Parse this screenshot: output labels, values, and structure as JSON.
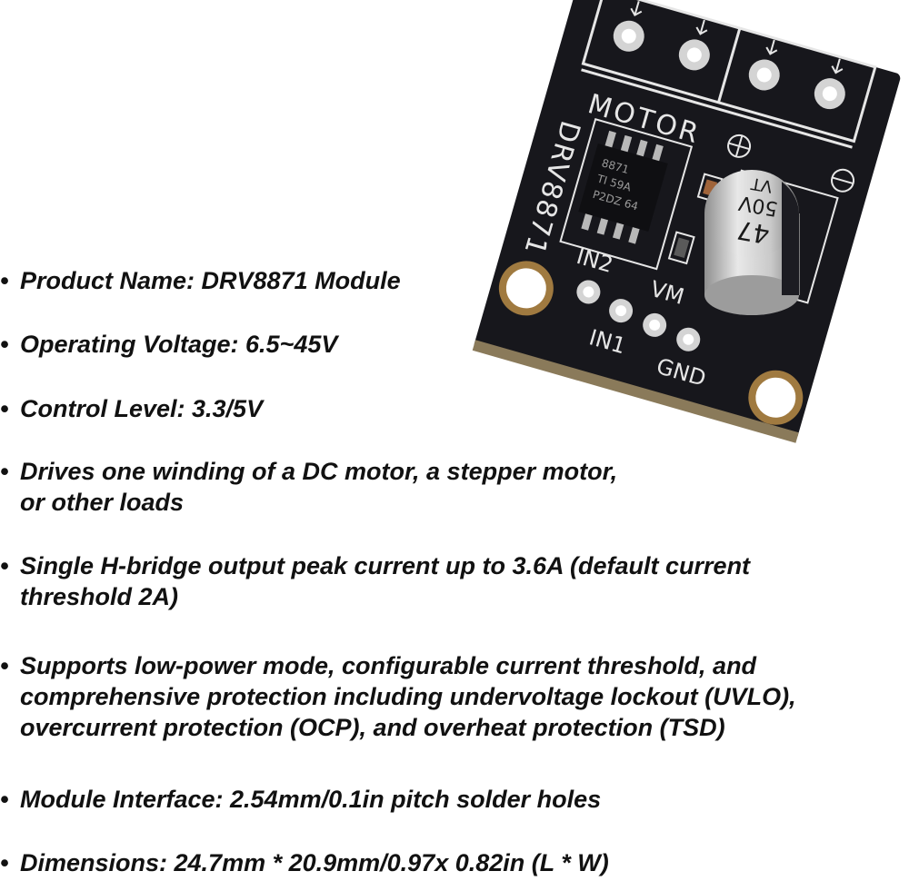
{
  "colors": {
    "pcb": "#17171c",
    "silkscreen": "#e6e6e6",
    "pad": "#c9c9c9",
    "text": "#111111"
  },
  "board": {
    "chip_label": "DRV8871",
    "terminal_label": "MOTOR",
    "ic_marking": [
      "8871",
      "TI 59A",
      "P2DZ 64"
    ],
    "capacitor_marking": [
      "47",
      "50V",
      "VT"
    ],
    "pin_labels": {
      "in2": "IN2",
      "in1": "IN1",
      "vm": "VM",
      "gnd": "GND"
    },
    "polarity_symbol_icon": "circle-plus-icon",
    "mounting_hole_icon": "ring-icon"
  },
  "specs": [
    {
      "bullet": "•",
      "lines": [
        "Product Name: DRV8871 Module"
      ]
    },
    {
      "bullet": "•",
      "lines": [
        "Operating Voltage: 6.5~45V"
      ]
    },
    {
      "bullet": "•",
      "lines": [
        "Control Level: 3.3/5V"
      ]
    },
    {
      "bullet": "•",
      "lines": [
        "Drives one winding of a DC motor, a stepper motor,",
        "or other loads"
      ]
    },
    {
      "bullet": "•",
      "lines": [
        "Single H-bridge output peak current up to 3.6A (default current",
        "threshold 2A)"
      ]
    },
    {
      "bullet": "•",
      "lines": [
        "Supports low-power mode, configurable current threshold, and",
        "comprehensive protection including undervoltage lockout (UVLO),",
        "overcurrent protection (OCP), and overheat protection (TSD)"
      ]
    },
    {
      "bullet": "•",
      "lines": [
        "Module Interface: 2.54mm/0.1in pitch solder holes"
      ]
    },
    {
      "bullet": "•",
      "lines": [
        "Dimensions: 24.7mm * 20.9mm/0.97x 0.82in (L * W)"
      ]
    }
  ]
}
